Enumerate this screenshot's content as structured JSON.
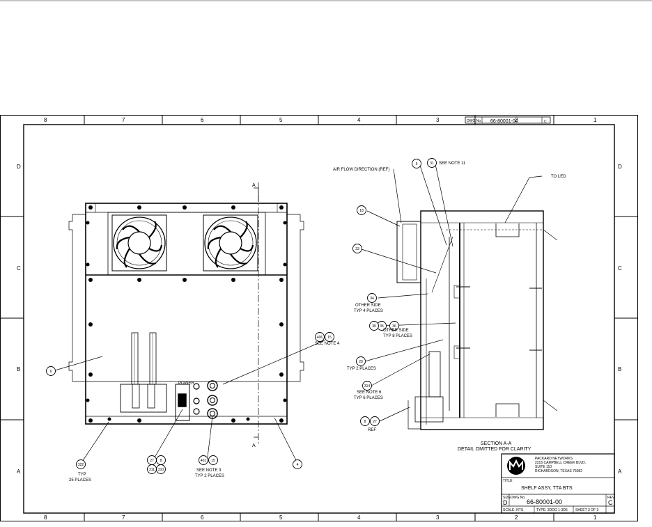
{
  "drawing": {
    "dwg_no_top": "66-80001-00",
    "dwg_no_label": "DWG No.",
    "rev_top": "C",
    "zones_columns": [
      "8",
      "7",
      "6",
      "5",
      "4",
      "3",
      "2",
      "1"
    ],
    "zones_rows": [
      "D",
      "C",
      "B",
      "A"
    ]
  },
  "callouts": {
    "airflow": "AIR FLOW DIRECTION (REF)",
    "to_led": "TO LED",
    "see_note_11": "SEE NOTE 11",
    "other_side_typ4": "OTHER SIDE",
    "typ4": "TYP 4 PLACES",
    "other_side_typ8": "OTHER SIDE",
    "typ8": "TYP 8 PLACES",
    "typ2_places": "TYP 2 PLACES",
    "see_note_6": "SEE NOTE 6",
    "typ6": "TYP 6 PLACES",
    "ref": "REF",
    "typ": "TYP",
    "typ25": "25 PLACES",
    "see_note_3": "SEE NOTE 3",
    "typ2b": "TYP 2 PLACES",
    "see_note_4": "SEE NOTE 4",
    "section": "SECTION A-A",
    "detail": "DETAIL OMITTED FOR CLARITY",
    "cut_a": "A",
    "power": "POWER",
    "balloons": [
      "5",
      "31",
      "18",
      "33",
      "34",
      "35",
      "36",
      "30",
      "29",
      "314",
      "8",
      "27",
      "6",
      "406",
      "15",
      "322",
      "27",
      "8",
      "311",
      "310",
      "401",
      "15",
      "4"
    ]
  },
  "title_block": {
    "company": "PACKARD NETWORKS",
    "address1": "2215 CAMPBELL CREEK BLVD.",
    "address2": "SUITE 110",
    "address3": "RICHARDSON, TEXAS 75082",
    "title_label": "TITLE",
    "title": "SHELF ASSY, TTA BTS",
    "size_label": "SIZE",
    "dwg_label": "DWG No.",
    "rev_label": "REV",
    "size": "D",
    "dwg_no": "66-80001-00",
    "rev": "C",
    "scale": "SCALE: NTS",
    "type": "TYPE: 3DDG 1-3D5",
    "sheet": "SHEET 3 OF 3"
  }
}
